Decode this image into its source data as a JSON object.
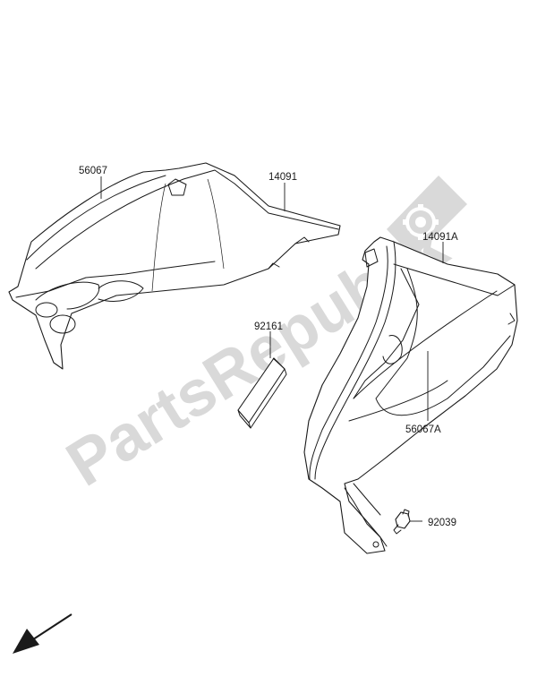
{
  "watermark": {
    "text": "PartsRepublik",
    "color": "#d9d9d9"
  },
  "parts": [
    {
      "id": "56067",
      "label": "56067"
    },
    {
      "id": "14091",
      "label": "14091"
    },
    {
      "id": "14091A",
      "label": "14091A"
    },
    {
      "id": "92161",
      "label": "92161"
    },
    {
      "id": "56067A",
      "label": "56067A"
    },
    {
      "id": "92039",
      "label": "92039"
    }
  ],
  "icons": {
    "watermark_gear": "gear-icon",
    "direction_arrow": "arrow-down-left-icon"
  },
  "colors": {
    "line": "#1a1a1a",
    "background": "#ffffff",
    "watermark": "#d9d9d9"
  }
}
